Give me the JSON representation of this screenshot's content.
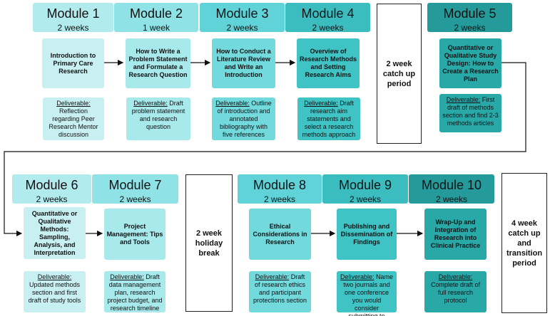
{
  "modules": [
    {
      "title": "Module 1",
      "duration": "2 weeks",
      "topic": "Introduction to Primary Care Research",
      "deliverable_label": "Deliverable:",
      "deliverable": "Reflection regarding Peer Research Mentor discussion",
      "header_color": "#b2ebee",
      "body_color": "#c8f0f2"
    },
    {
      "title": "Module 2",
      "duration": "1 week",
      "topic": "How to Write a Problem Statement and Formulate a Research Question",
      "deliverable_label": "Deliverable:",
      "deliverable": "Draft problem statement and research question",
      "header_color": "#8fe2e6",
      "body_color": "#a8e9ec"
    },
    {
      "title": "Module 3",
      "duration": "2 weeks",
      "topic": "How to Conduct a Literature Review and Write an Introduction",
      "deliverable_label": "Deliverable:",
      "deliverable": "Outline of introduction and annotated bibliography with five references",
      "header_color": "#5fd3d8",
      "body_color": "#72d9dd"
    },
    {
      "title": "Module 4",
      "duration": "2 weeks",
      "topic": "Overview of Research Methods and Setting Research Aims",
      "deliverable_label": "Deliverable:",
      "deliverable": "Draft research aim statements and select a research methods approach",
      "header_color": "#3bbcbf",
      "body_color": "#3fc3c4"
    },
    {
      "title": "Module 5",
      "duration": "2 weeks",
      "topic": "Quantitative or Qualitative Study Design: How to Create a Research Plan",
      "deliverable_label": "Deliverable:",
      "deliverable": "First draft of methods section and find 2-3 methods articles",
      "header_color": "#259a9b",
      "body_color": "#29a8a8"
    },
    {
      "title": "Module 6",
      "duration": "2 weeks",
      "topic": "Quantitative or Qualitative Methods: Sampling, Analysis, and Interpretation",
      "deliverable_label": "Deliverable:",
      "deliverable": "Updated methods section and first draft of study tools",
      "header_color": "#b2ebee",
      "body_color": "#c8f0f2"
    },
    {
      "title": "Module 7",
      "duration": "2 weeks",
      "topic": "Project Management: Tips and Tools",
      "deliverable_label": "Deliverable:",
      "deliverable": "Draft data management plan, research project budget, and research timeline",
      "header_color": "#8fe2e6",
      "body_color": "#a8e9ec"
    },
    {
      "title": "Module 8",
      "duration": "2 weeks",
      "topic": "Ethical Considerations in Research",
      "deliverable_label": "Deliverable:",
      "deliverable": "Draft of research ethics and participant protections section",
      "header_color": "#5fd3d8",
      "body_color": "#72d9dd"
    },
    {
      "title": "Module 9",
      "duration": "2 weeks",
      "topic": "Publishing and Dissemination of Findings",
      "deliverable_label": "Deliverable:",
      "deliverable": "Name two journals and one conference you would consider submitting to",
      "header_color": "#3bbcbf",
      "body_color": "#3fc3c4"
    },
    {
      "title": "Module 10",
      "duration": "2 weeks",
      "topic": "Wrap-Up and Integration of Research into Clinical Practice",
      "deliverable_label": "Deliverable:",
      "deliverable": "Complete draft of full research protocol",
      "header_color": "#259a9b",
      "body_color": "#29a8a8"
    }
  ],
  "breaks": [
    {
      "label": "2 week catch up period"
    },
    {
      "label": "2 week holiday break"
    },
    {
      "label": "4 week catch up and transition period"
    }
  ],
  "colors": {
    "connector": "#111111",
    "break_border": "#222222"
  }
}
